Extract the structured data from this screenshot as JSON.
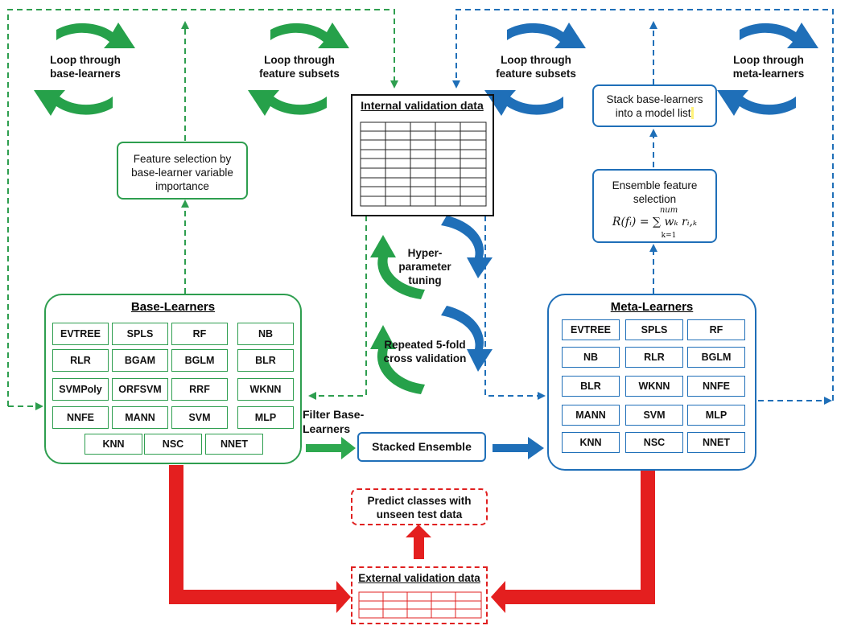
{
  "loops": {
    "base_learners": "Loop through base-learners",
    "feature_subsets_left": "Loop through feature subsets",
    "feature_subsets_right": "Loop through feature subsets",
    "meta_learners": "Loop through meta-learners",
    "hyperparameter": "Hyper-parameter tuning",
    "cross_validation": "Repeated 5-fold cross validation"
  },
  "boxes": {
    "feature_selection": "Feature selection by base-learner variable importance",
    "internal_validation": "Internal validation data",
    "stack_base_learners": "Stack base-learners into a model list",
    "ensemble_feature_title": "Ensemble feature selection",
    "ensemble_formula": "R(fᵢ) = ∑ wₖ rᵢ,ₖ",
    "formula_upper": "num",
    "formula_lower": "k=1",
    "filter_base_learners": "Filter Base-Learners",
    "stacked_ensemble": "Stacked Ensemble",
    "predict_classes": "Predict classes with unseen test data",
    "external_validation": "External validation data"
  },
  "base_learners": {
    "title": "Base-Learners",
    "items": [
      "EVTREE",
      "SPLS",
      "RF",
      "NB",
      "RLR",
      "BGAM",
      "BGLM",
      "BLR",
      "SVMPoly",
      "ORFSVM",
      "RRF",
      "WKNN",
      "NNFE",
      "MANN",
      "SVM",
      "MLP",
      "KNN",
      "NSC",
      "NNET"
    ]
  },
  "meta_learners": {
    "title": "Meta-Learners",
    "items": [
      "EVTREE",
      "SPLS",
      "RF",
      "NB",
      "RLR",
      "BGLM",
      "BLR",
      "WKNN",
      "NNFE",
      "MANN",
      "SVM",
      "MLP",
      "KNN",
      "NSC",
      "NNET"
    ]
  },
  "colors": {
    "green": "#2e9e4f",
    "blue": "#1f6fb8",
    "red": "#e02020",
    "light_green": "#5cc36a",
    "light_blue": "#3b86d1"
  }
}
